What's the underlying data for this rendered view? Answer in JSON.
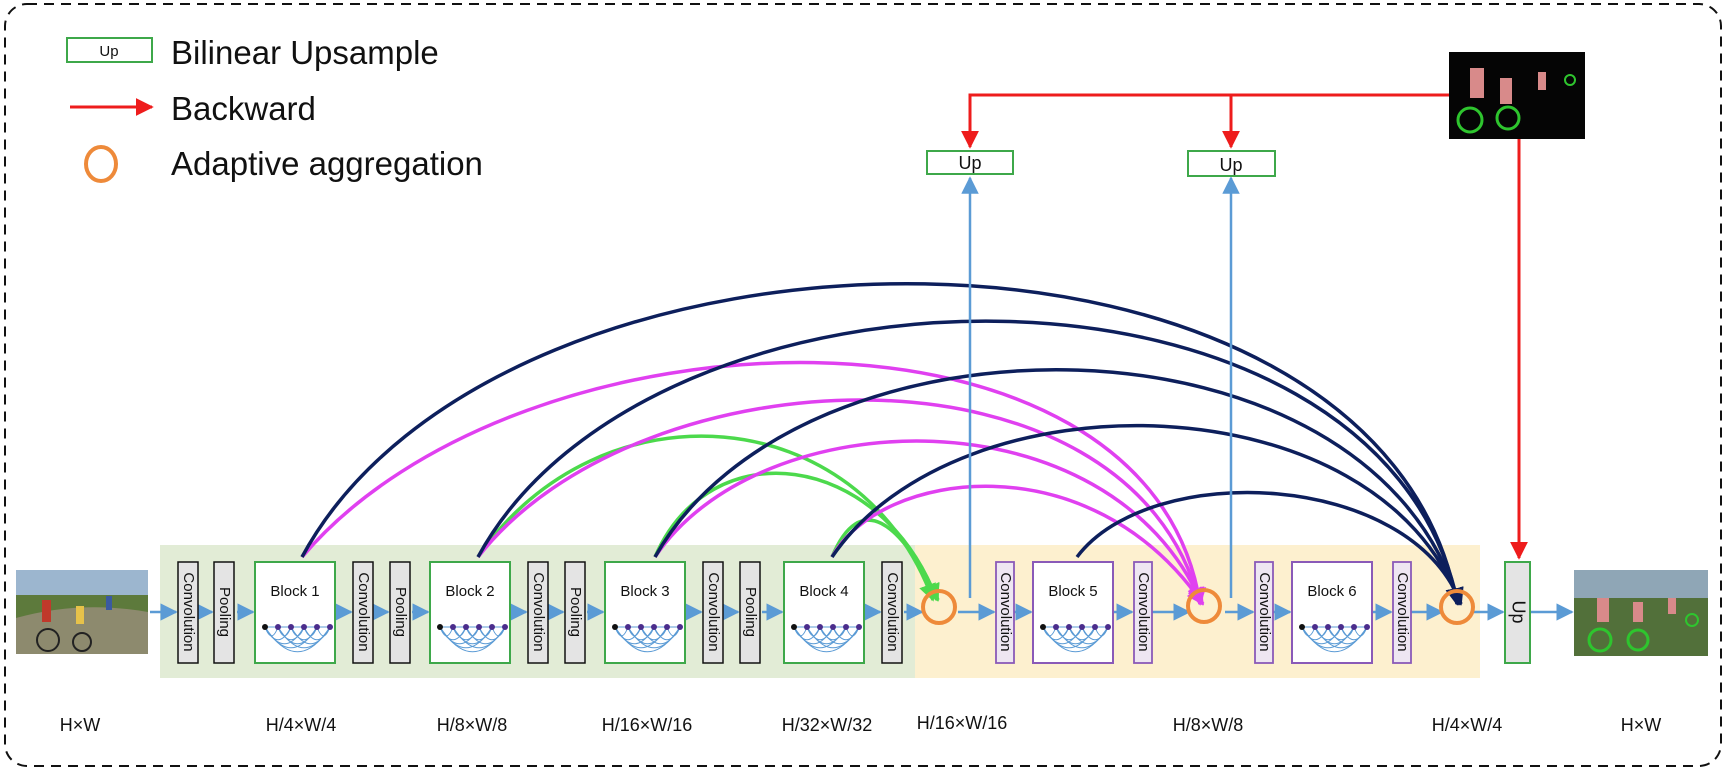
{
  "legend": {
    "upsample_box": "Up",
    "upsample_label": "Bilinear Upsample",
    "backward_label": "Backward",
    "aggregation_label": "Adaptive aggregation"
  },
  "labels": {
    "convolution": "Convolution",
    "pooling": "Pooling",
    "up": "Up"
  },
  "blocks": [
    "Block 1",
    "Block 2",
    "Block 3",
    "Block 4",
    "Block 5",
    "Block 6"
  ],
  "dims": [
    "H×W",
    "H/4×W/4",
    "H/8×W/8",
    "H/16×W/16",
    "H/32×W/32",
    "H/16×W/16",
    "H/8×W/8",
    "H/4×W/4",
    "H×W"
  ],
  "colors": {
    "encoder_bg": "#e2ecd6",
    "decoder_bg": "#fdf0cf",
    "arrow_blue": "#5b9bd5",
    "backward_red": "#ee1c1c",
    "skip_navy": "#0d1f5c",
    "skip_magenta": "#e040f0",
    "skip_green": "#4cd94c",
    "aggregation_orange": "#ee8a3a",
    "up_green": "#3ea84a",
    "decoder_purple": "#8a5ab8"
  }
}
